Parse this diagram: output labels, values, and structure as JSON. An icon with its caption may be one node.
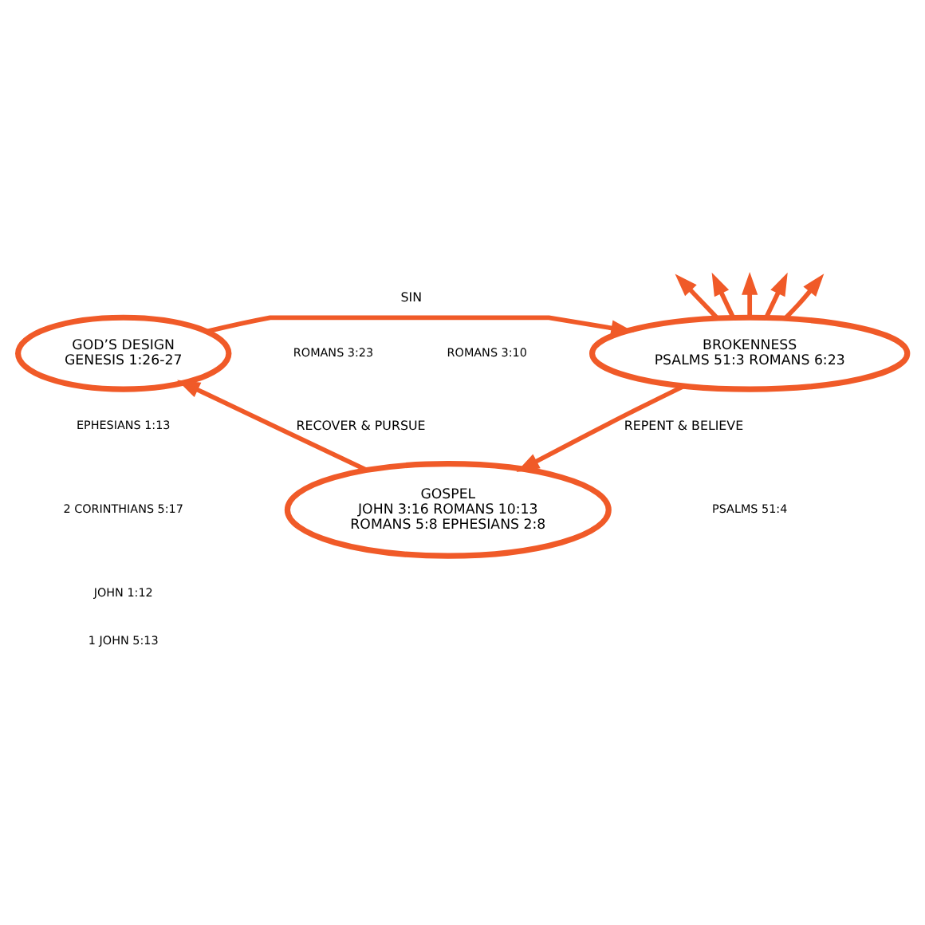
{
  "diagram": {
    "nodes": [
      {
        "text": [
          "GOD’S DESIGN",
          "GENESIS 1:26-27"
        ]
      },
      {
        "text": [
          "BROKENNESS",
          "PSALMS 51:3 ROMANS 6:23"
        ]
      },
      {
        "text": [
          "GOSPEL",
          "JOHN 3:16 ROMANS 10:13 ROMANS 5:8 EPHESIANS 2:8"
        ]
      }
    ],
    "edges": [
      {
        "from": 0,
        "to": 1,
        "arrow": "to",
        "label": "SIN"
      },
      {
        "from": 1,
        "to": 2,
        "arrow": "to",
        "label": "REPENT & BELIEVE"
      },
      {
        "from": 2,
        "to": 0,
        "arrow": "to",
        "label": "RECOVER & PURSUE"
      },
      {
        "from": 1,
        "to": null,
        "arrow": "to"
      },
      {
        "from": 1,
        "to": null,
        "arrow": "to"
      },
      {
        "from": 1,
        "to": null,
        "arrow": "to"
      },
      {
        "from": 1,
        "to": null,
        "arrow": "to"
      },
      {
        "from": 1,
        "to": null,
        "arrow": "to"
      }
    ],
    "labels": [
      "ROMANS 3:23",
      "ROMANS 3:10",
      "EPHESIANS 1:13",
      "2 CORINTHIANS 5:17",
      "JOHN 1:12",
      "1 JOHN 5:13",
      "PSALMS 51:4"
    ]
  }
}
